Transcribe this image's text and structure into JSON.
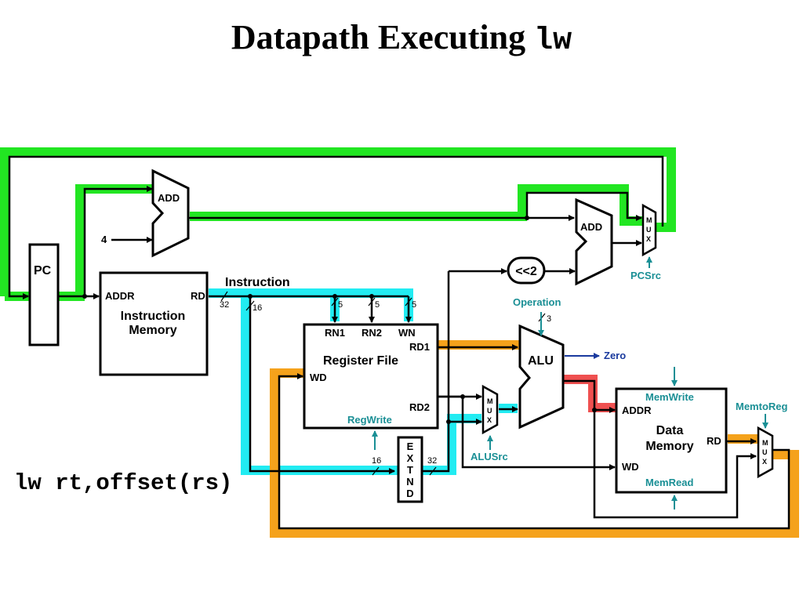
{
  "title": {
    "text": "Datapath Executing ",
    "mono": "lw"
  },
  "instruction": "lw rt,offset(rs)",
  "labels": {
    "add1": "ADD",
    "four": "4",
    "add2": "ADD",
    "pc": "PC",
    "addr": "ADDR",
    "rd": "RD",
    "imem1": "Instruction",
    "imem2": "Memory",
    "instruction": "Instruction",
    "w32a": "32",
    "w16a": "16",
    "w5a": "5",
    "w5b": "5",
    "w5c": "5",
    "rn1": "RN1",
    "rn2": "RN2",
    "wn": "WN",
    "rd1": "RD1",
    "rd2": "RD2",
    "regfile": "Register File",
    "wd": "WD",
    "regwrite": "RegWrite",
    "shift": "<<2",
    "operation": "Operation",
    "w3": "3",
    "alu": "ALU",
    "zero": "Zero",
    "alusrc": "ALUSrc",
    "extend": [
      "E",
      "X",
      "T",
      "N",
      "D"
    ],
    "w16b": "16",
    "w32b": "32",
    "memwrite": "MemWrite",
    "dm_addr": "ADDR",
    "dm1": "Data",
    "dm2": "Memory",
    "dm_rd": "RD",
    "dm_wd": "WD",
    "memread": "MemRead",
    "memtoreg": "MemtoReg",
    "pcsrc": "PCSrc",
    "mux": [
      "M",
      "U",
      "X"
    ]
  },
  "colors": {
    "pc_path": "#22e622",
    "instr_path": "#22ecf2",
    "data_path": "#f5a21b",
    "alu_path": "#ef5050",
    "control": "#1a8f95",
    "zero": "#1a3a9e"
  }
}
